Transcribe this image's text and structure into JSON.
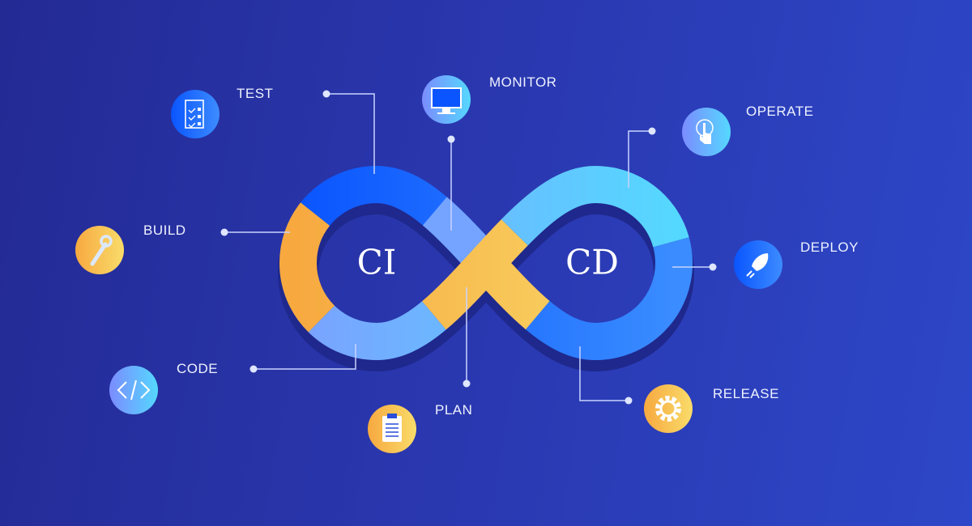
{
  "center": {
    "left": "CI",
    "right": "CD"
  },
  "stages": [
    {
      "key": "test",
      "label": "TEST",
      "icon": "checklist-icon"
    },
    {
      "key": "monitor",
      "label": "MONITOR",
      "icon": "monitor-icon"
    },
    {
      "key": "operate",
      "label": "OPERATE",
      "icon": "hand-tap-icon"
    },
    {
      "key": "build",
      "label": "BUILD",
      "icon": "wrench-icon"
    },
    {
      "key": "deploy",
      "label": "DEPLOY",
      "icon": "rocket-icon"
    },
    {
      "key": "code",
      "label": "CODE",
      "icon": "code-brackets-icon"
    },
    {
      "key": "plan",
      "label": "PLAN",
      "icon": "clipboard-icon"
    },
    {
      "key": "release",
      "label": "RELEASE",
      "icon": "gear-icon"
    }
  ],
  "colors": {
    "background": "#2a38b0",
    "blue": "#1a66ff",
    "light_blue": "#6fb0ff",
    "cyan": "#55d8ff",
    "orange": "#f7a940",
    "yellow": "#f9dc6a"
  }
}
